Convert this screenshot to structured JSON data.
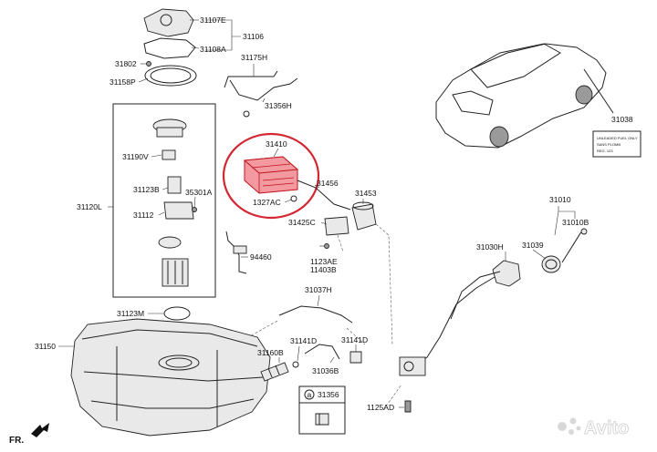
{
  "labels": {
    "p31107E": "31107E",
    "p31106": "31106",
    "p31108A": "31108A",
    "p31802": "31802",
    "p31158P": "31158P",
    "p31175H": "31175H",
    "p31356H": "31356H",
    "p31190V": "31190V",
    "p31123B": "31123B",
    "p35301A": "35301A",
    "p31120L": "31120L",
    "p31112": "31112",
    "p94460": "94460",
    "p31410": "31410",
    "p31456": "31456",
    "p1327AC": "1327AC",
    "p31453": "31453",
    "p31425C": "31425C",
    "p1123AE": "1123AE",
    "p11403B": "11403B",
    "p31038": "31038",
    "p31010": "31010",
    "p31010B": "31010B",
    "p31030H": "31030H",
    "p31039": "31039",
    "p31037H": "31037H",
    "p31123M": "31123M",
    "p31150": "31150",
    "p31160B": "31160B",
    "p31141D_a": "31141D",
    "p31141D_b": "31141D",
    "p31036B": "31036B",
    "p31356": "31356",
    "p1125AD": "1125AD",
    "fr": "FR."
  },
  "callout_letter": "a",
  "fuel_label": {
    "line1": "UNLEADED FUEL ONLY",
    "line2": "SANS PLOMB",
    "line3": "REG. 123"
  },
  "watermark": "Avito"
}
